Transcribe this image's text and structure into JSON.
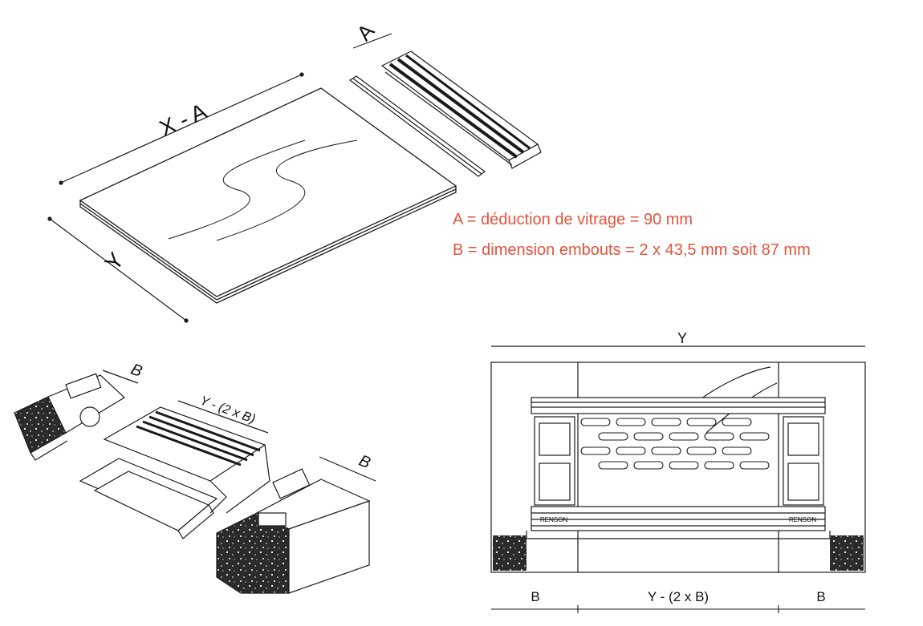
{
  "colors": {
    "ink": "#1a1a1a",
    "accent": "#e2533f",
    "speckle": "#2b2b2b"
  },
  "labels": {
    "x_minus_a": "X - A",
    "a": "A",
    "y": "Y",
    "b": "B",
    "y_minus_2b": "Y - (2 x B)",
    "brand": "RENSON"
  },
  "legend": {
    "line_a": "A = déduction de vitrage = 90 mm",
    "line_b": "B = dimension embouts = 2 x 43,5 mm soit 87 mm"
  },
  "icons": [
    "glass-panel-icon",
    "vent-profile-icon",
    "end-cap-icon"
  ]
}
